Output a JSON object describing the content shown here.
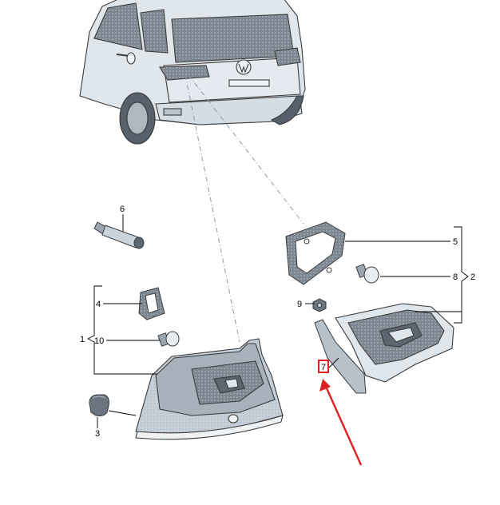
{
  "diagram": {
    "callouts": {
      "c1": "1",
      "c2": "2",
      "c3": "3",
      "c4": "4",
      "c5": "5",
      "c6": "6",
      "c7": "7",
      "c8": "8",
      "c9": "9",
      "c10": "10"
    },
    "highlight": {
      "callout": "7",
      "color": "#e02020",
      "indicator": "red-arrow"
    },
    "colors": {
      "part_fill": "#c9d3dc",
      "part_dark": "#5b6670",
      "part_mid": "#9aa6b1",
      "outline": "#3a3a3a",
      "leader": "#000000",
      "projection_line": "#8a9aa8"
    }
  }
}
